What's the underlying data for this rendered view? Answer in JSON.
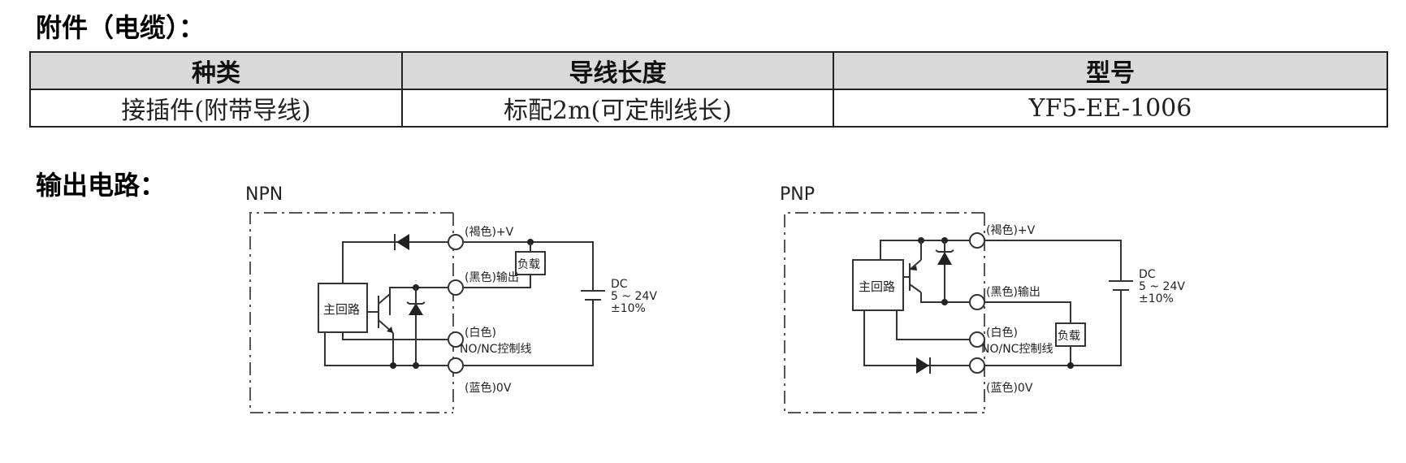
{
  "accessory": {
    "title": "附件（电缆）：",
    "headers": [
      "种类",
      "导线长度",
      "型号"
    ],
    "row": [
      "接插件(附带导线)",
      "标配2m(可定制线长)",
      "YF5-EE-1006"
    ]
  },
  "output": {
    "title": "输出电路："
  },
  "npn": {
    "title": "NPN",
    "main": "主回路",
    "load": "负载",
    "brown": "(褐色)+V",
    "black": "(黑色)输出",
    "white": "(白色)",
    "white2": "NO/NC控制线",
    "blue": "(蓝色)0V",
    "dc1": "DC",
    "dc2": "5 ~ 24V",
    "dc3": "±10%"
  },
  "pnp": {
    "title": "PNP",
    "main": "主回路",
    "load": "负载",
    "brown": "(褐色)+V",
    "black": "(黑色)输出",
    "white": "(白色)",
    "white2": "NO/NC控制线",
    "blue": "(蓝色)0V",
    "dc1": "DC",
    "dc2": "5 ~ 24V",
    "dc3": "±10%"
  }
}
